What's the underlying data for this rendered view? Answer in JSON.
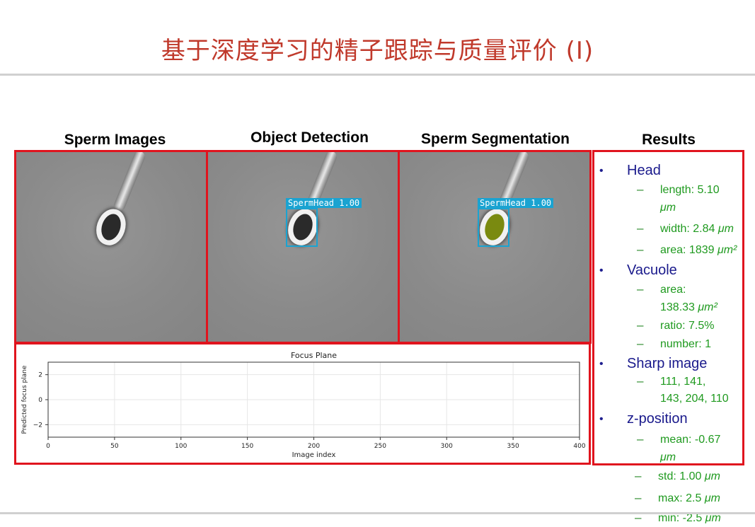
{
  "title": "基于深度学习的精子跟踪与质量评价 (I)",
  "columns": {
    "sperm_images": "Sperm Images",
    "object_detection": "Object Detection",
    "sperm_segmentation": "Sperm Segmentation",
    "results": "Results"
  },
  "detection": {
    "label_detect": "SpermHead 1.00",
    "label_segment": "SpermHead 1.00",
    "box_color": "#1aa3d1",
    "segment_color": "#7a8a10"
  },
  "results": {
    "head": {
      "label": "Head",
      "length_a": "length: 5.10",
      "length_b": "μm",
      "width_text": "width: 2.84 ",
      "width_unit": "μm",
      "area_text": "area: 1839 ",
      "area_unit": "μm²"
    },
    "vacuole": {
      "label": "Vacuole",
      "area_a": "area:",
      "area_b": "138.33 ",
      "area_unit": "μm²",
      "ratio": "ratio: 7.5%",
      "number": "number: 1"
    },
    "sharp": {
      "label": "Sharp image",
      "values_a": "111, 141,",
      "values_b": "143, 204, 110"
    },
    "zpos": {
      "label": "z-position",
      "mean_a": "mean: -0.67",
      "mean_b": "μm",
      "std_text": "std: 1.00 ",
      "std_unit": "μm",
      "max_text": "max: 2.5 ",
      "max_unit": "μm",
      "min_text": "min: -2.5 ",
      "min_unit": "μm"
    },
    "bullet": "•",
    "dash": "–"
  },
  "chart_data": {
    "type": "line",
    "title": "Focus Plane",
    "xlabel": "Image index",
    "ylabel": "Predicted focus plane",
    "xlim": [
      0,
      400
    ],
    "ylim": [
      -3,
      3
    ],
    "xticks": [
      0,
      50,
      100,
      150,
      200,
      250,
      300,
      350,
      400
    ],
    "yticks": [
      -2,
      0,
      2
    ],
    "grid": true,
    "series": []
  }
}
